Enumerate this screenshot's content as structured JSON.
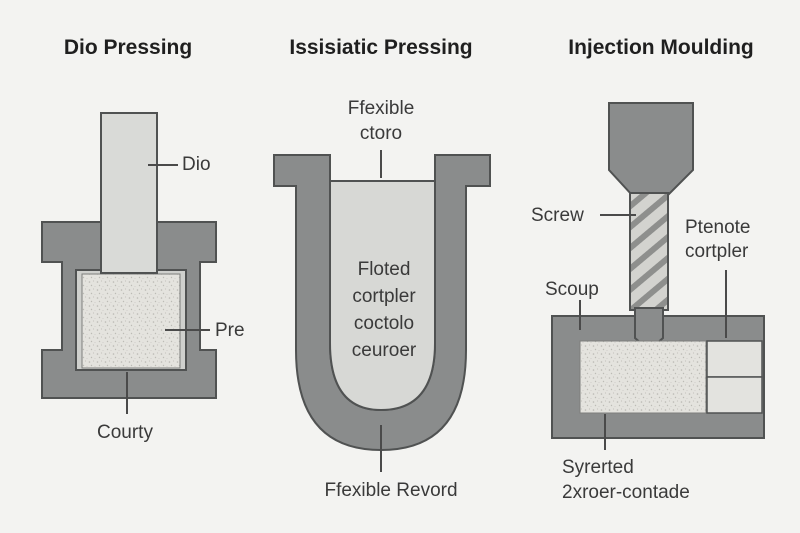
{
  "panels": {
    "die_pressing": {
      "title": "Dio Pressing",
      "labels": {
        "die": "Dio",
        "powder": "Pre",
        "cavity": "Courty"
      }
    },
    "isostatic_pressing": {
      "title": "Issisiatic Pressing",
      "labels": {
        "top_line1": "Ffexible",
        "top_line2": "ctoro",
        "inner_line1": "Floted",
        "inner_line2": "cortpler",
        "inner_line3": "coctolo",
        "inner_line4": "ceuroer",
        "bottom": "Ffexible Revord"
      }
    },
    "injection_moulding": {
      "title": "Injection Moulding",
      "labels": {
        "screw": "Screw",
        "right_line1": "Ptenote",
        "right_line2": "cortpler",
        "left": "Scoup",
        "bottom_line1": "Syrerted",
        "bottom_line2": "2xroer-contade"
      }
    }
  },
  "colors": {
    "mold_gray": "#8a8c8c",
    "outline": "#505252",
    "light_fill": "#d7d8d5",
    "powder": "#e6e5e0",
    "background": "#f3f3f1"
  }
}
